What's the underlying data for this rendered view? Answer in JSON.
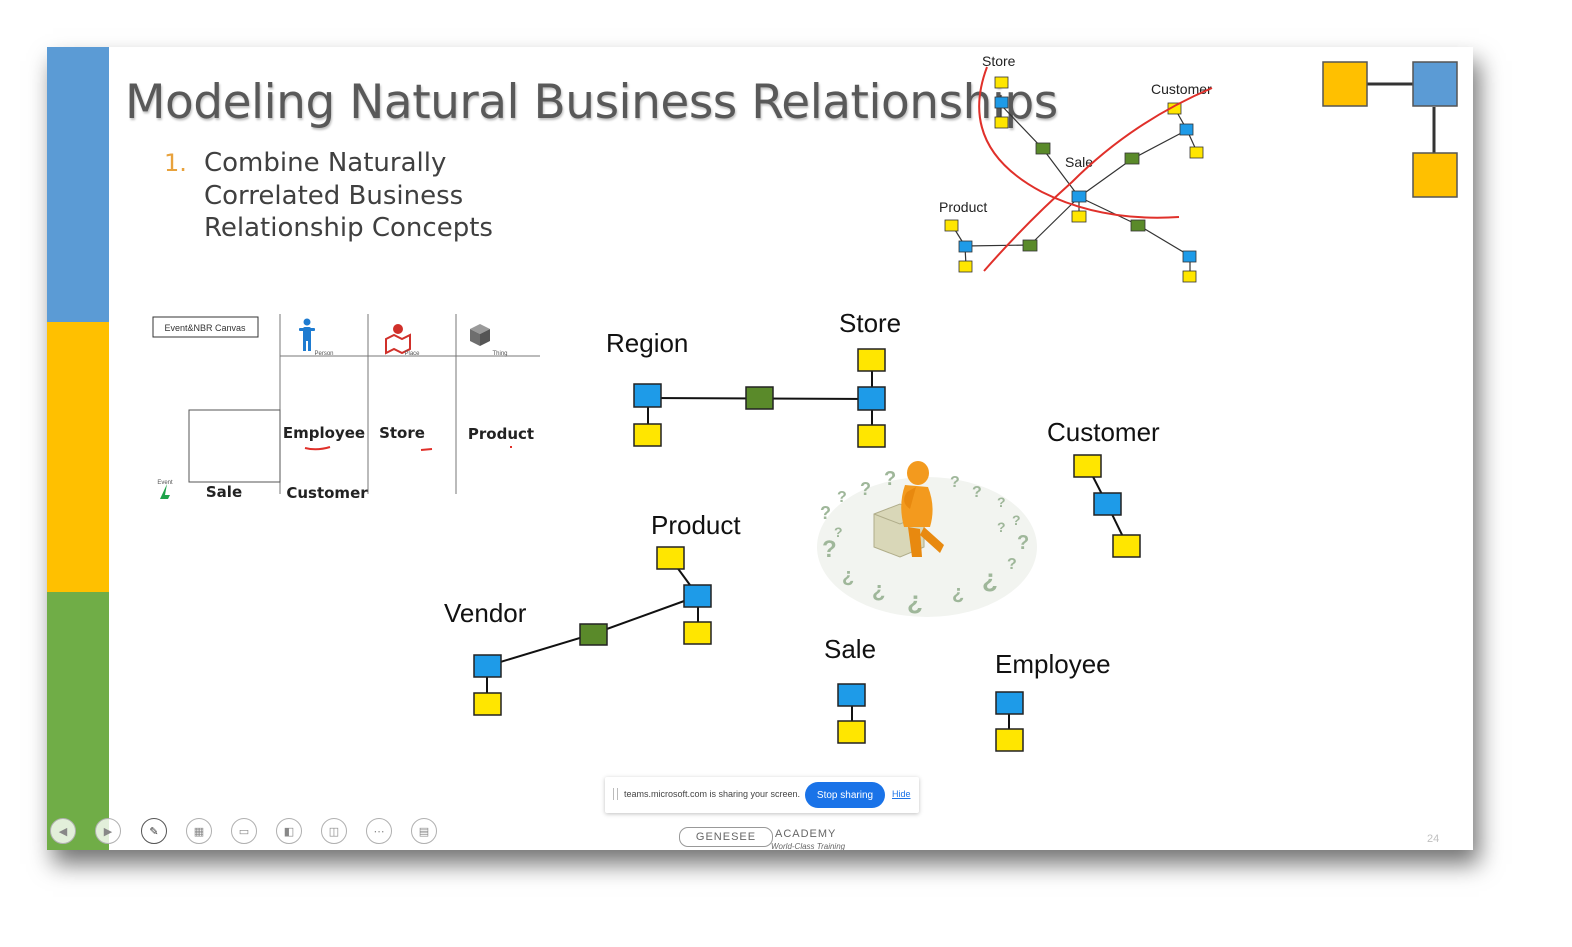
{
  "slide": {
    "title": "Modeling Natural Business Relationships",
    "bullet_number": "1.",
    "bullet_text": "Combine Naturally Correlated Business Relationship Concepts",
    "page_number": "24",
    "band_colors": [
      "#5b9bd5",
      "#ffc000",
      "#70ad47"
    ]
  },
  "canvas_table": {
    "header": "Event&NBR Canvas",
    "col_tags": [
      "Person",
      "Place",
      "Thing"
    ],
    "row_tag": "Event",
    "employee": "Employee",
    "store": "Store",
    "product": "Product",
    "sale": "Sale",
    "customer": "Customer"
  },
  "mini_diagram": {
    "store": "Store",
    "customer": "Customer",
    "sale": "Sale",
    "product": "Product"
  },
  "main_diagram": {
    "region": "Region",
    "store": "Store",
    "customer": "Customer",
    "product": "Product",
    "vendor": "Vendor",
    "sale": "Sale",
    "employee": "Employee"
  },
  "share_bar": {
    "message": "teams.microsoft.com is sharing your screen.",
    "stop_label": "Stop sharing",
    "hide_label": "Hide"
  },
  "logo": {
    "left_text": "GENESEE",
    "right_text": "ACADEMY",
    "tagline": "World-Class Training"
  },
  "colors": {
    "blue_node": "#1e9be8",
    "yellow_node": "#ffe600",
    "green_node": "#5a8a2a",
    "red_annotation": "#e0302a"
  }
}
